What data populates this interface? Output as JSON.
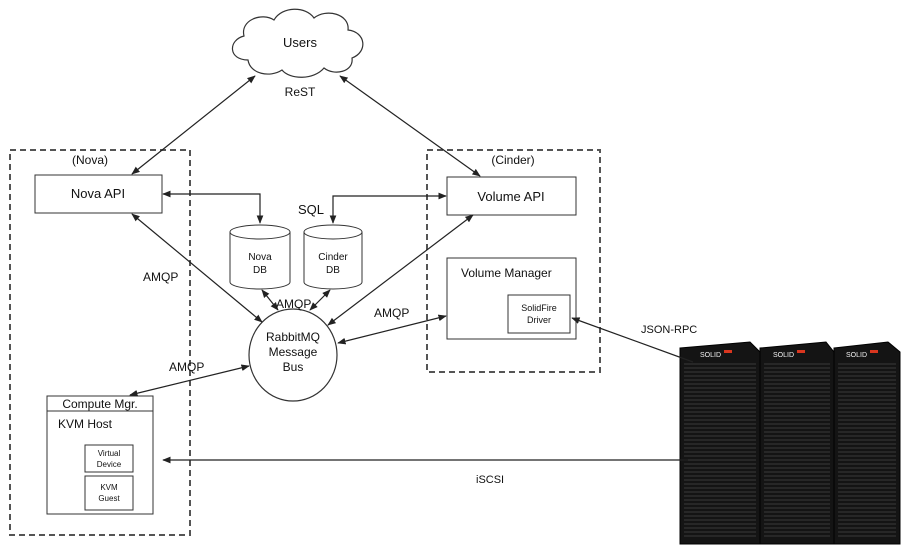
{
  "nodes": {
    "users": "Users",
    "nova_group": "(Nova)",
    "cinder_group": "(Cinder)",
    "nova_api": "Nova API",
    "volume_api": "Volume API",
    "nova_db_line1": "Nova",
    "nova_db_line2": "DB",
    "cinder_db_line1": "Cinder",
    "cinder_db_line2": "DB",
    "rabbit_line1": "RabbitMQ",
    "rabbit_line2": "Message",
    "rabbit_line3": "Bus",
    "volume_manager": "Volume Manager",
    "solidfire_line1": "SolidFire",
    "solidfire_line2": "Driver",
    "compute_mgr": "Compute Mgr.",
    "kvm_host": "KVM Host",
    "virtual_line1": "Virtual",
    "virtual_line2": "Device",
    "kvm_guest_line1": "KVM",
    "kvm_guest_line2": "Guest",
    "rack_logo": "SOLID"
  },
  "edge_labels": {
    "rest": "ReST",
    "sql": "SQL",
    "amqp_nova": "AMQP",
    "amqp_db": "AMQP",
    "amqp_cinder": "AMQP",
    "amqp_compute": "AMQP",
    "json_rpc": "JSON-RPC",
    "iscsi": "iSCSI"
  },
  "colors": {
    "rack_body": "#141414",
    "rack_logo_accent": "#d9361f"
  }
}
